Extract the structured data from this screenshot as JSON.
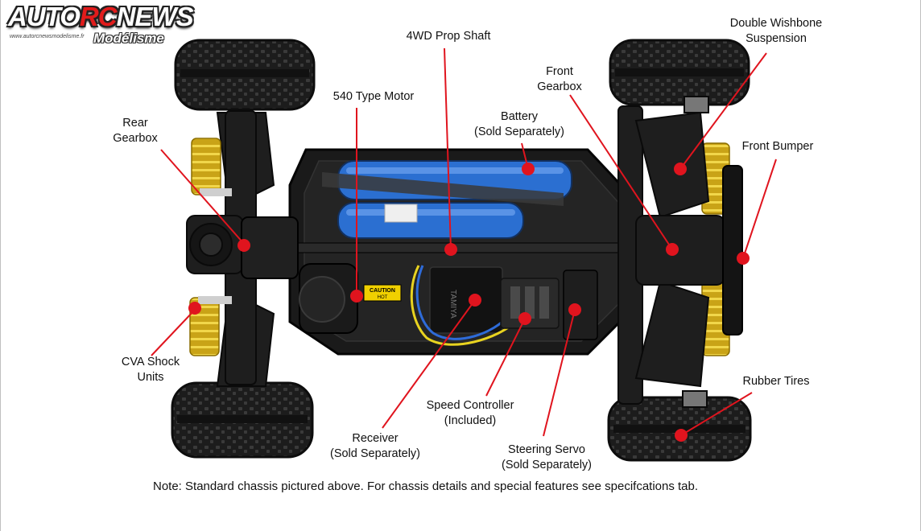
{
  "logo": {
    "part1": "AUTO",
    "part2": "RC",
    "part3": "NEWS",
    "url": "www.autorcnewsmodelisme.fr",
    "subtitle": "Modélisme"
  },
  "labels": {
    "prop_shaft": "4WD Prop Shaft",
    "double_wishbone_1": "Double Wishbone",
    "double_wishbone_2": "Suspension",
    "front_gearbox_1": "Front",
    "front_gearbox_2": "Gearbox",
    "motor": "540 Type Motor",
    "battery_1": "Battery",
    "battery_2": "(Sold Separately)",
    "rear_gearbox_1": "Rear",
    "rear_gearbox_2": "Gearbox",
    "front_bumper": "Front Bumper",
    "cva_1": "CVA Shock",
    "cva_2": "Units",
    "rubber_tires": "Rubber Tires",
    "speed_controller_1": "Speed Controller",
    "speed_controller_2": "(Included)",
    "receiver_1": "Receiver",
    "receiver_2": "(Sold Separately)",
    "steering_servo_1": "Steering Servo",
    "steering_servo_2": "(Sold Separately)"
  },
  "stickers": {
    "caution": "CAUTION",
    "hot": "HOT",
    "brand": "TAMIYA"
  },
  "note": "Note: Standard chassis pictured above. For chassis details and special features see specifcations tab.",
  "colors": {
    "callout": "#e0141e",
    "battery": "#2b6fd1",
    "shock": "#e8c21a",
    "chassis": "#1a1a1a"
  }
}
